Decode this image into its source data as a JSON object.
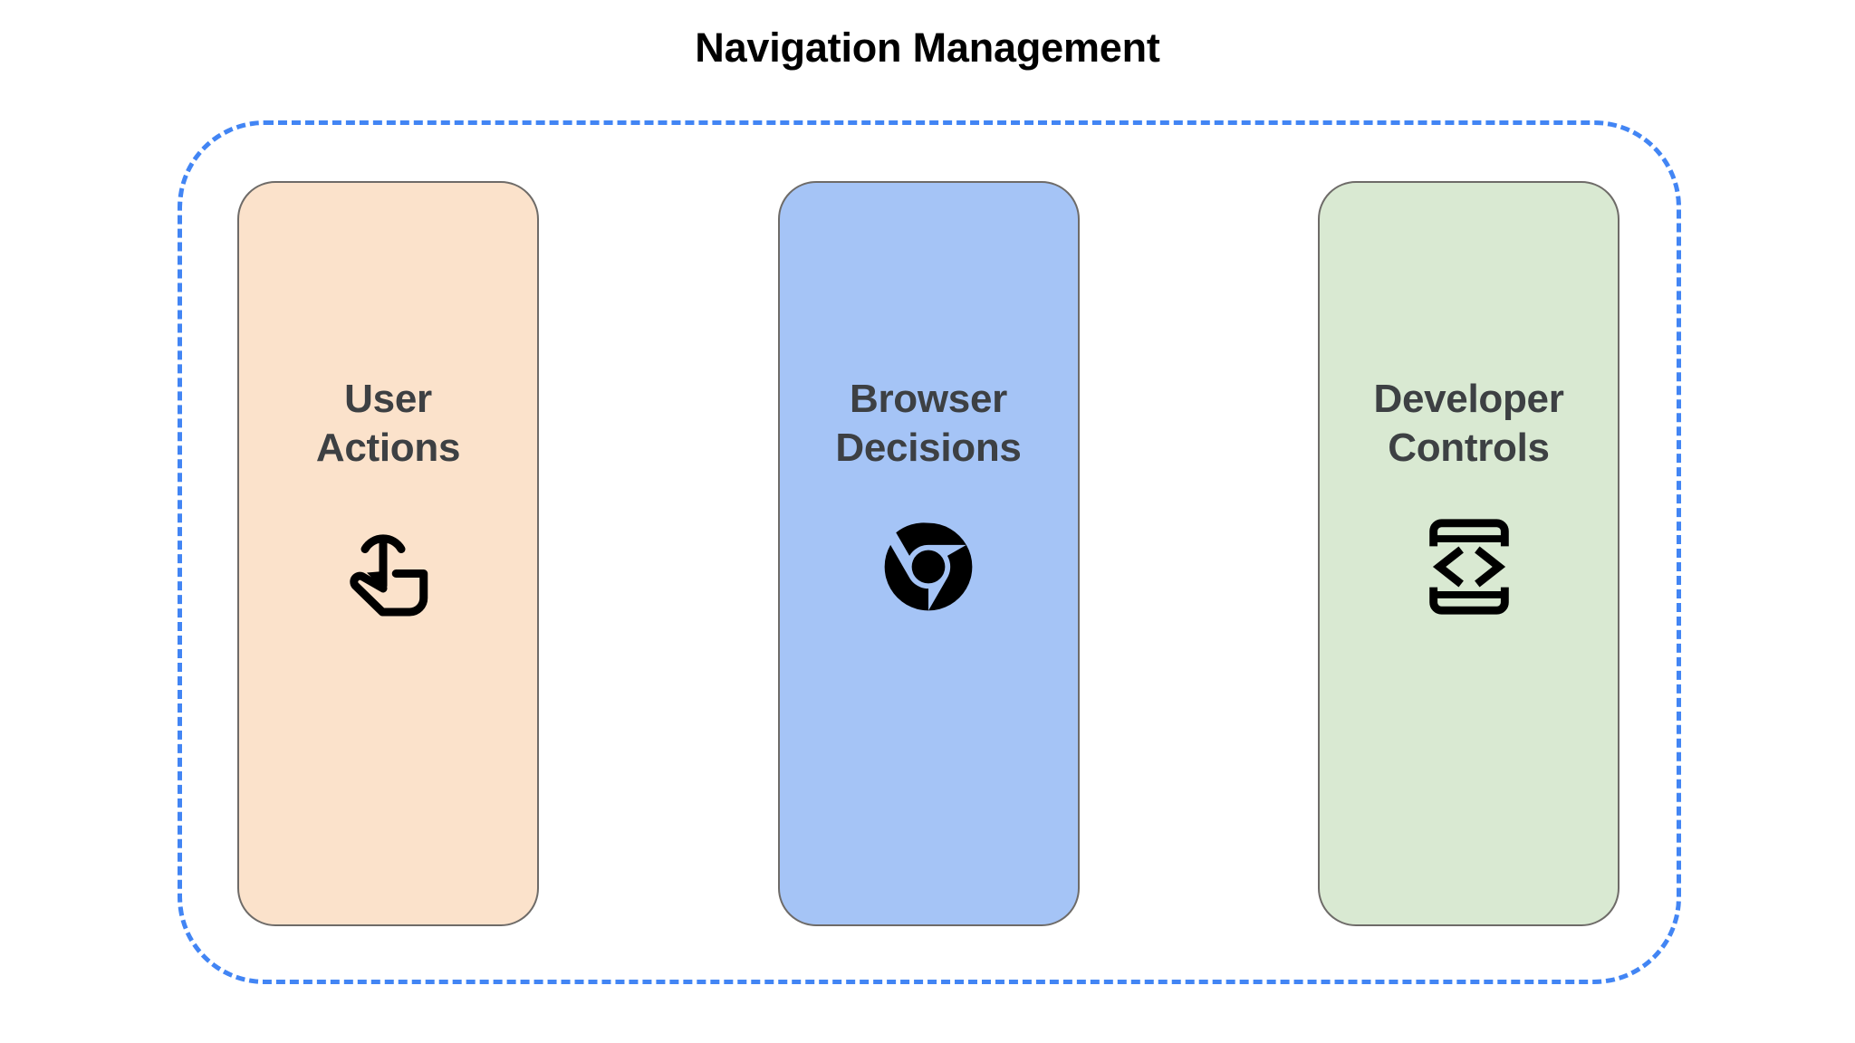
{
  "page": {
    "title": "Navigation Management",
    "background_color": "#ffffff",
    "title_color": "#000000"
  },
  "container": {
    "border_style": "dashed",
    "border_color": "#4285f4"
  },
  "cards": [
    {
      "label_line1": "User",
      "label_line2": "Actions",
      "fill_color": "#fbe2cb",
      "border_color": "#6e6b68",
      "text_color": "#3d4043",
      "icon": "touch-gesture-icon",
      "icon_color": "#000000"
    },
    {
      "label_line1": "Browser",
      "label_line2": "Decisions",
      "fill_color": "#a5c4f6",
      "border_color": "#6e6b68",
      "text_color": "#3d4043",
      "icon": "chrome-logo-icon",
      "icon_color": "#000000"
    },
    {
      "label_line1": "Developer",
      "label_line2": "Controls",
      "fill_color": "#d9e9d2",
      "border_color": "#6e6b68",
      "text_color": "#3d4043",
      "icon": "developer-mode-icon",
      "icon_color": "#000000"
    }
  ]
}
